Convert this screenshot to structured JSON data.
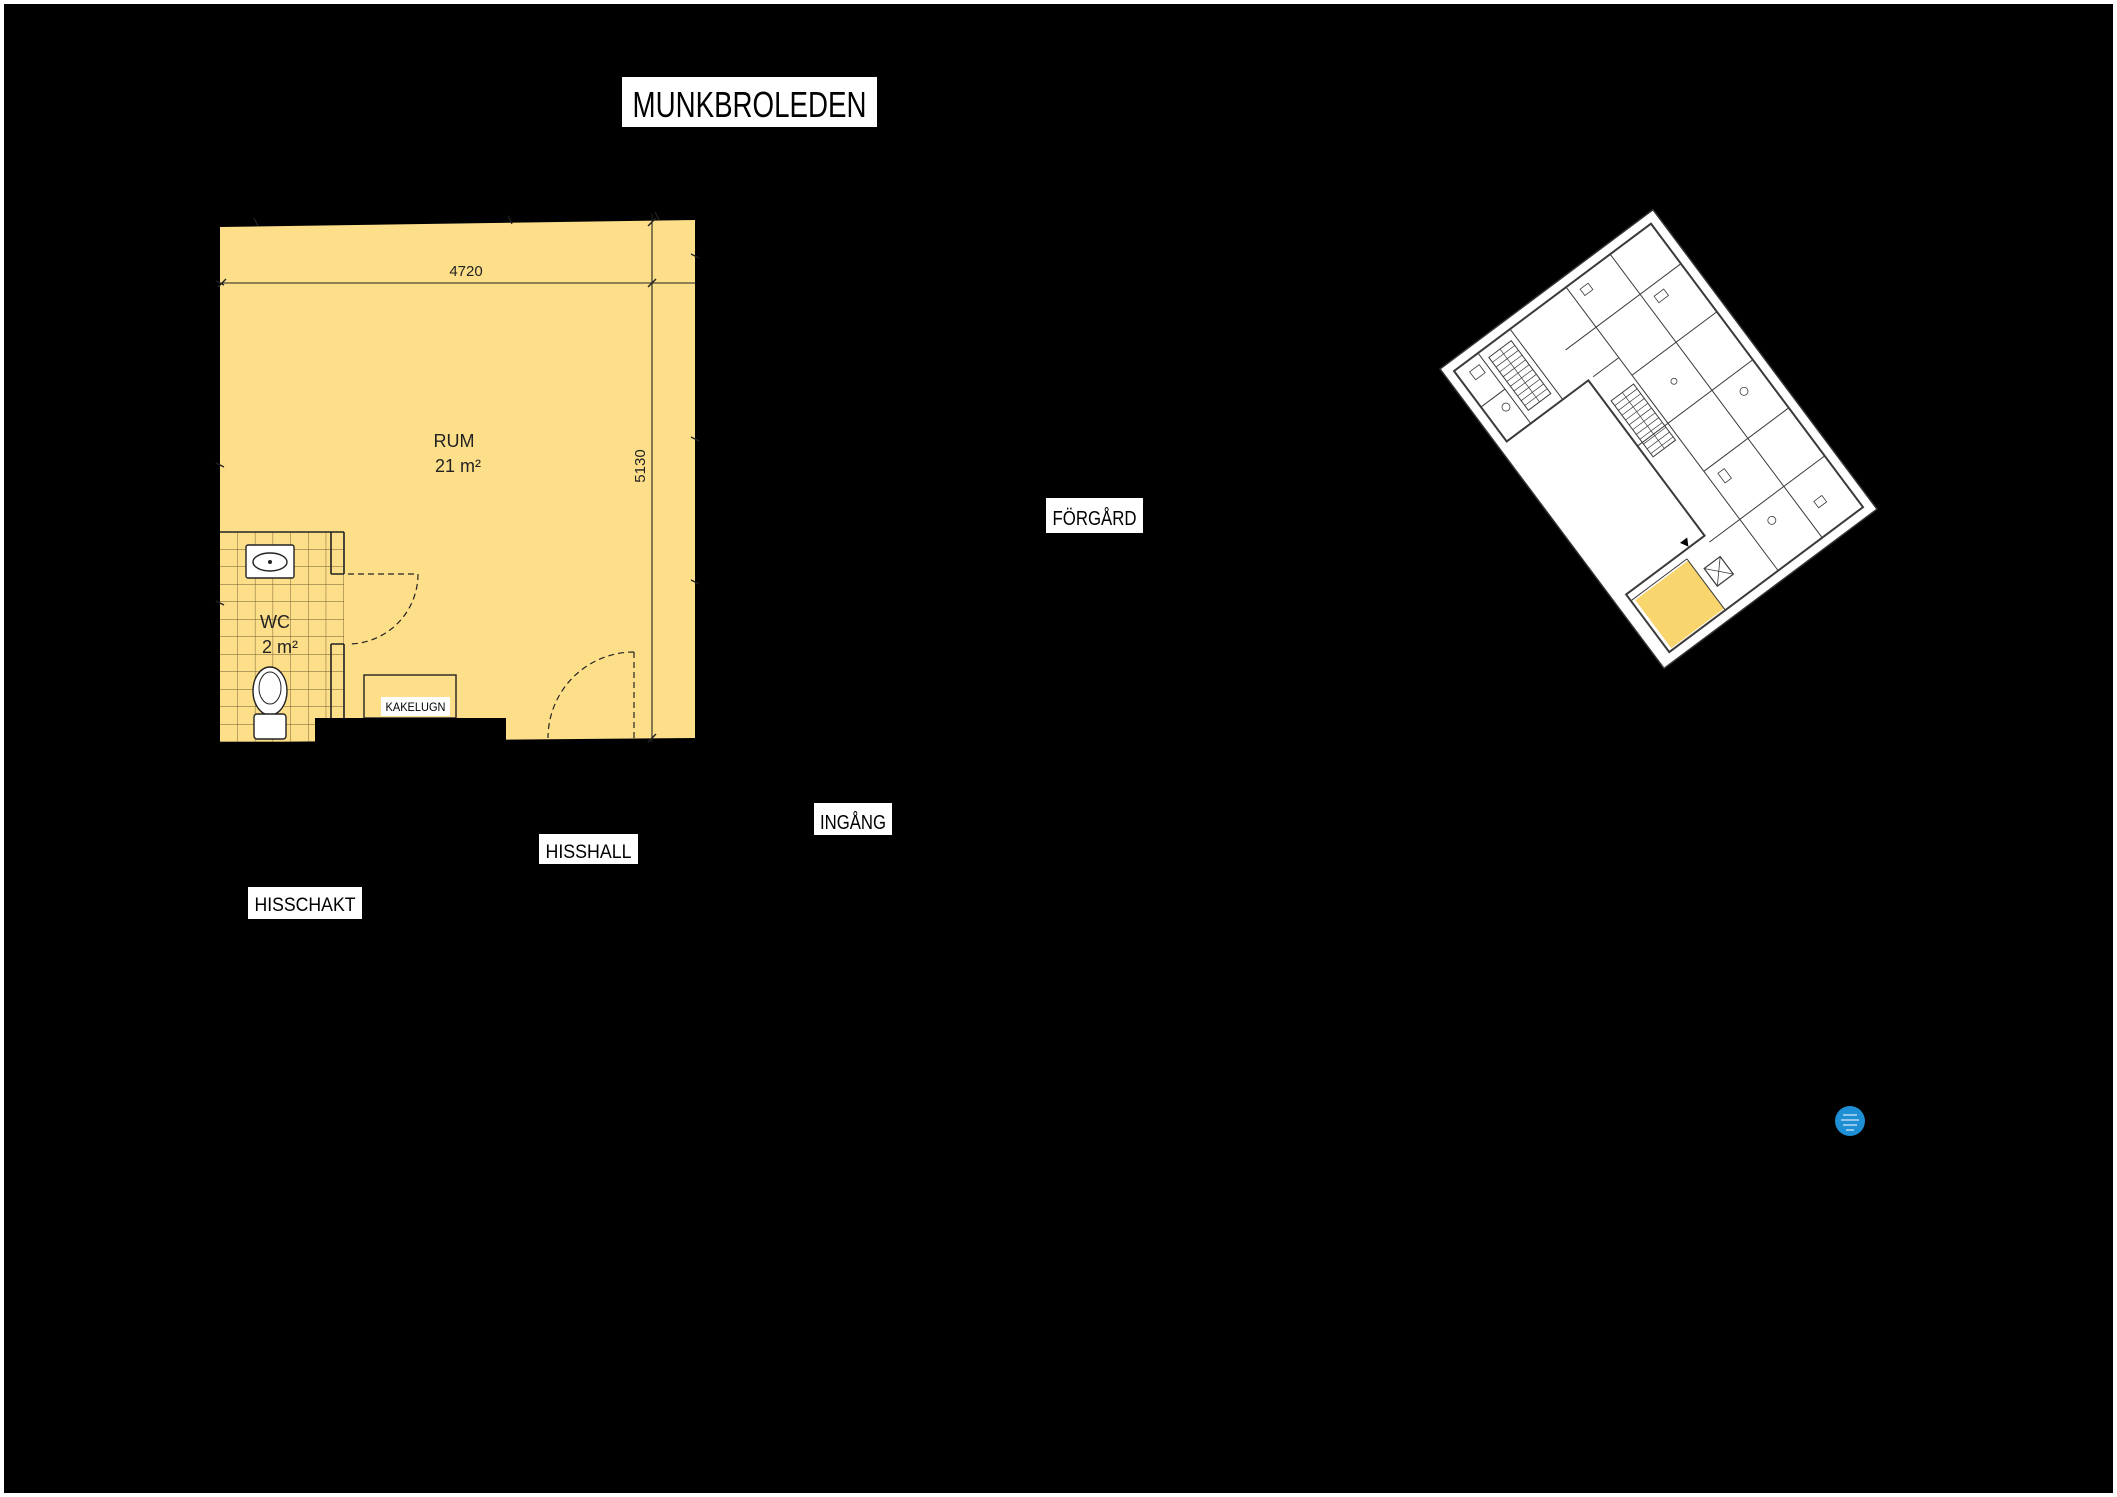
{
  "colors": {
    "page_frame": "#ffffff",
    "background": "#000000",
    "label_background": "#ffffff",
    "label_text": "#000000",
    "room_fill": "#FDDF8A",
    "plan_line": "#222222",
    "keyplan_background": "#ffffff",
    "keyplan_highlight": "#F9D56E",
    "badge": "#1E8FD4"
  },
  "street": {
    "label": "MUNKBROLEDEN"
  },
  "area_labels": {
    "courtyard": "FÖRGÅRD",
    "entrance": "INGÅNG",
    "elevator_hall": "HISSHALL",
    "elevator_shaft": "HISSCHAKT"
  },
  "room": {
    "name": "RUM",
    "area": "21 m²",
    "width_dimension": "4720",
    "depth_dimension": "5130"
  },
  "wc": {
    "name": "WC",
    "area": "2 m²"
  },
  "tiled_stove": {
    "label": "KAKELUGN"
  },
  "symbols": {
    "sink": "sink-icon",
    "toilet": "toilet-icon",
    "door": "door-swing-icon",
    "entry_marker": "triangle-marker-icon",
    "badge": "logo-badge-icon"
  }
}
